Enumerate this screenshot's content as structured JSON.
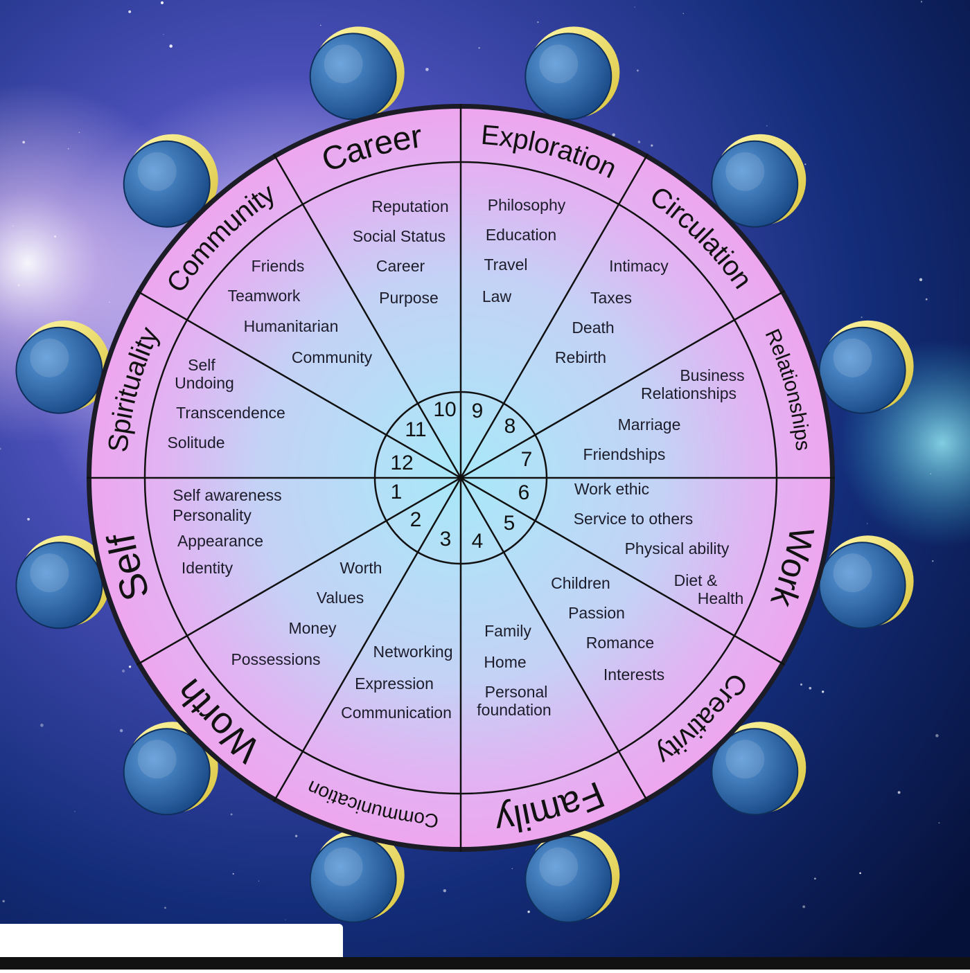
{
  "house_numbers": [
    "1",
    "2",
    "3",
    "4",
    "5",
    "6",
    "7",
    "8",
    "9",
    "10",
    "11",
    "12"
  ],
  "sectors": [
    {
      "title": "Career",
      "items": [
        "Reputation",
        "Social Status",
        "Career",
        "Purpose"
      ]
    },
    {
      "title": "Exploration",
      "items": [
        "Philosophy",
        "Education",
        "Travel",
        "Law"
      ]
    },
    {
      "title": "Circulation",
      "items": [
        "Intimacy",
        "Taxes",
        "Death",
        "Rebirth"
      ]
    },
    {
      "title": "Relationships",
      "items": [
        "Business",
        "Relationships",
        "Marriage",
        "Friendships"
      ]
    },
    {
      "title": "Work",
      "items": [
        "Work ethic",
        "Service to others",
        "Physical ability",
        "Diet &",
        "Health"
      ]
    },
    {
      "title": "Creativity",
      "items": [
        "Children",
        "Passion",
        "Romance",
        "Interests"
      ]
    },
    {
      "title": "Family",
      "items": [
        "Family",
        "Home",
        "Personal",
        "foundation"
      ]
    },
    {
      "title": "Communication",
      "items": [
        "Networking",
        "Expression",
        "Communication"
      ]
    },
    {
      "title": "Worth",
      "items": [
        "Worth",
        "Values",
        "Money",
        "Possessions"
      ]
    },
    {
      "title": "Self",
      "items": [
        "Self awareness",
        "Personality",
        "Appearance",
        "Identity"
      ]
    },
    {
      "title": "Spirituality",
      "items": [
        "Self",
        "Undoing",
        "Transcendence",
        "Solitude"
      ]
    },
    {
      "title": "Community",
      "items": [
        "Friends",
        "Teamwork",
        "Humanitarian",
        "Community"
      ]
    }
  ],
  "zodiac_icons": [
    "capricorn-goat-icon",
    "scorpio-scorpion-icon",
    "sagittarius-archer-icon",
    "libra-scales-icon",
    "virgo-maiden-icon",
    "leo-lion-icon",
    "cancer-crab-icon",
    "gemini-twins-icon",
    "taurus-bull-icon",
    "aries-ram-icon",
    "pisces-fish-icon",
    "aquarius-water-bearer-icon"
  ],
  "colors": {
    "wheel_outer": "#eea6ee",
    "wheel_center": "#a8e8f8",
    "lines": "#111111",
    "medallion_blue": "#2f6fb0",
    "medallion_rim": "#f2e86a"
  }
}
